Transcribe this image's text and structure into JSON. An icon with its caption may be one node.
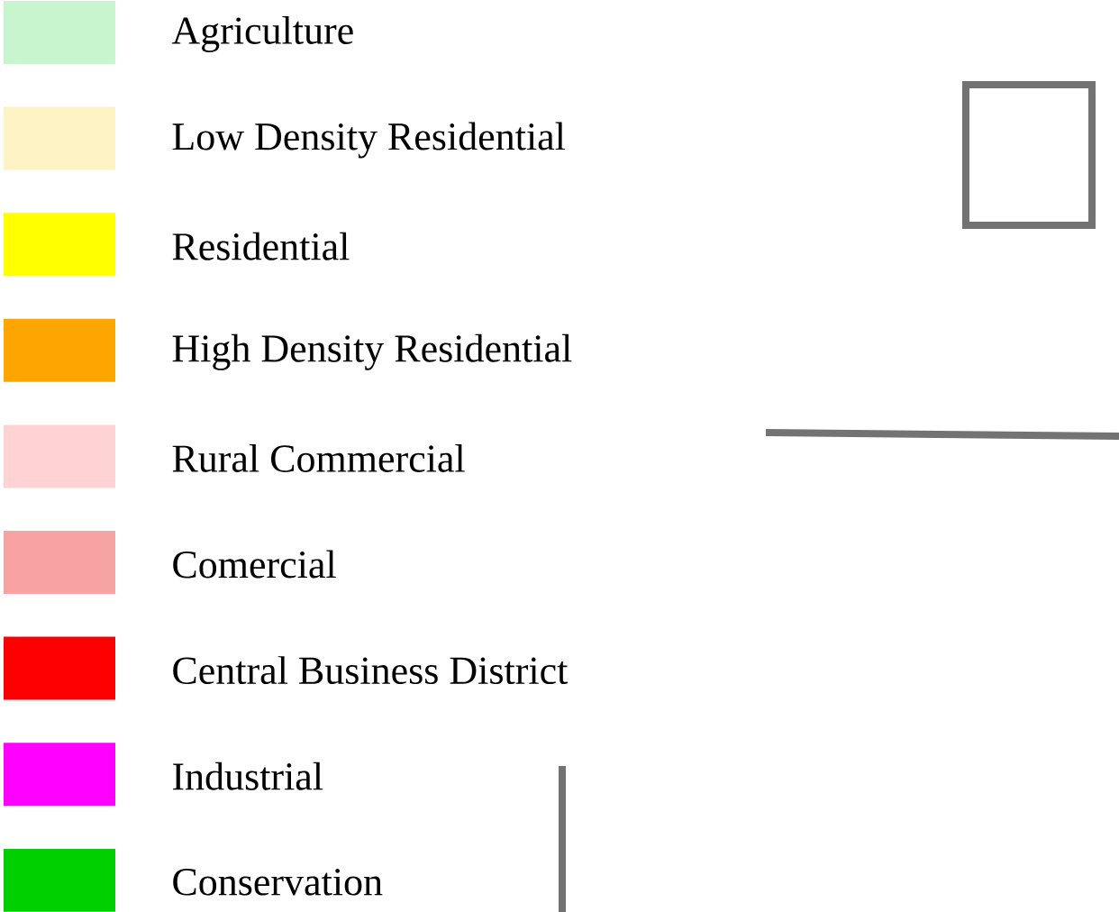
{
  "diagram": {
    "legend": [
      {
        "text": "Agriculture",
        "color": "#c8f5cd"
      },
      {
        "text": "Low Density Residential",
        "color": "#fdf3c4"
      },
      {
        "text": "Residential",
        "color": "#ffff00"
      },
      {
        "text": "High Density Residential",
        "color": "#ffa500"
      },
      {
        "text": "Rural Commercial",
        "color": "#ffd3d3"
      },
      {
        "text": "Comercial",
        "color": "#f7a3a3"
      },
      {
        "text": "Central Business District",
        "color": "#ff0000"
      },
      {
        "text": "Industrial",
        "color": "#ff00ff"
      },
      {
        "text": "Conservation",
        "color": "#00d000"
      }
    ]
  }
}
